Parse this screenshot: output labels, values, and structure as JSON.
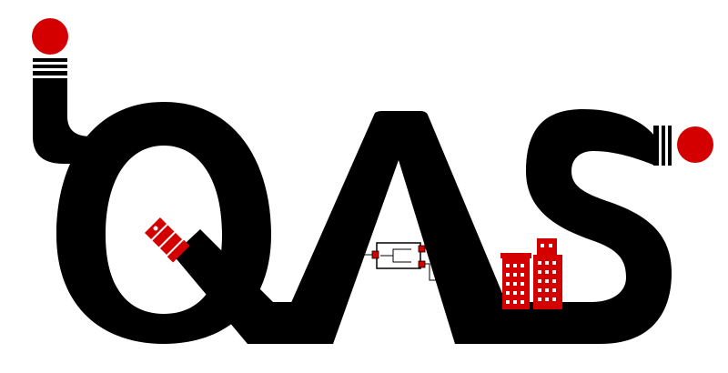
{
  "logo": {
    "letters": [
      "i",
      "Q",
      "A",
      "S"
    ],
    "colors": {
      "primary": "#000000",
      "accent": "#d40000",
      "background": "#ffffff"
    },
    "icons": [
      "red-dot-icon",
      "cable-connector-icon",
      "circuit-component-icon",
      "buildings-icon",
      "cable-plug-icon"
    ]
  }
}
